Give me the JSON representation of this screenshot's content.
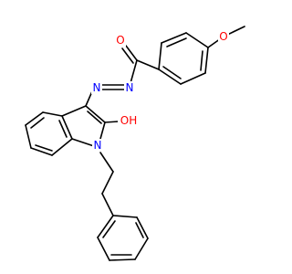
{
  "molecule": {
    "atom_labels": {
      "methoxy_oxygen": "O",
      "carbonyl_oxygen": "O",
      "hydrazone_n1": "N",
      "hydrazone_n2": "N",
      "ring_nitrogen": "N",
      "hydroxyl": "OH"
    },
    "colors": {
      "bond": "#000000",
      "oxygen": "#ff0000",
      "nitrogen": "#0000ff"
    }
  }
}
